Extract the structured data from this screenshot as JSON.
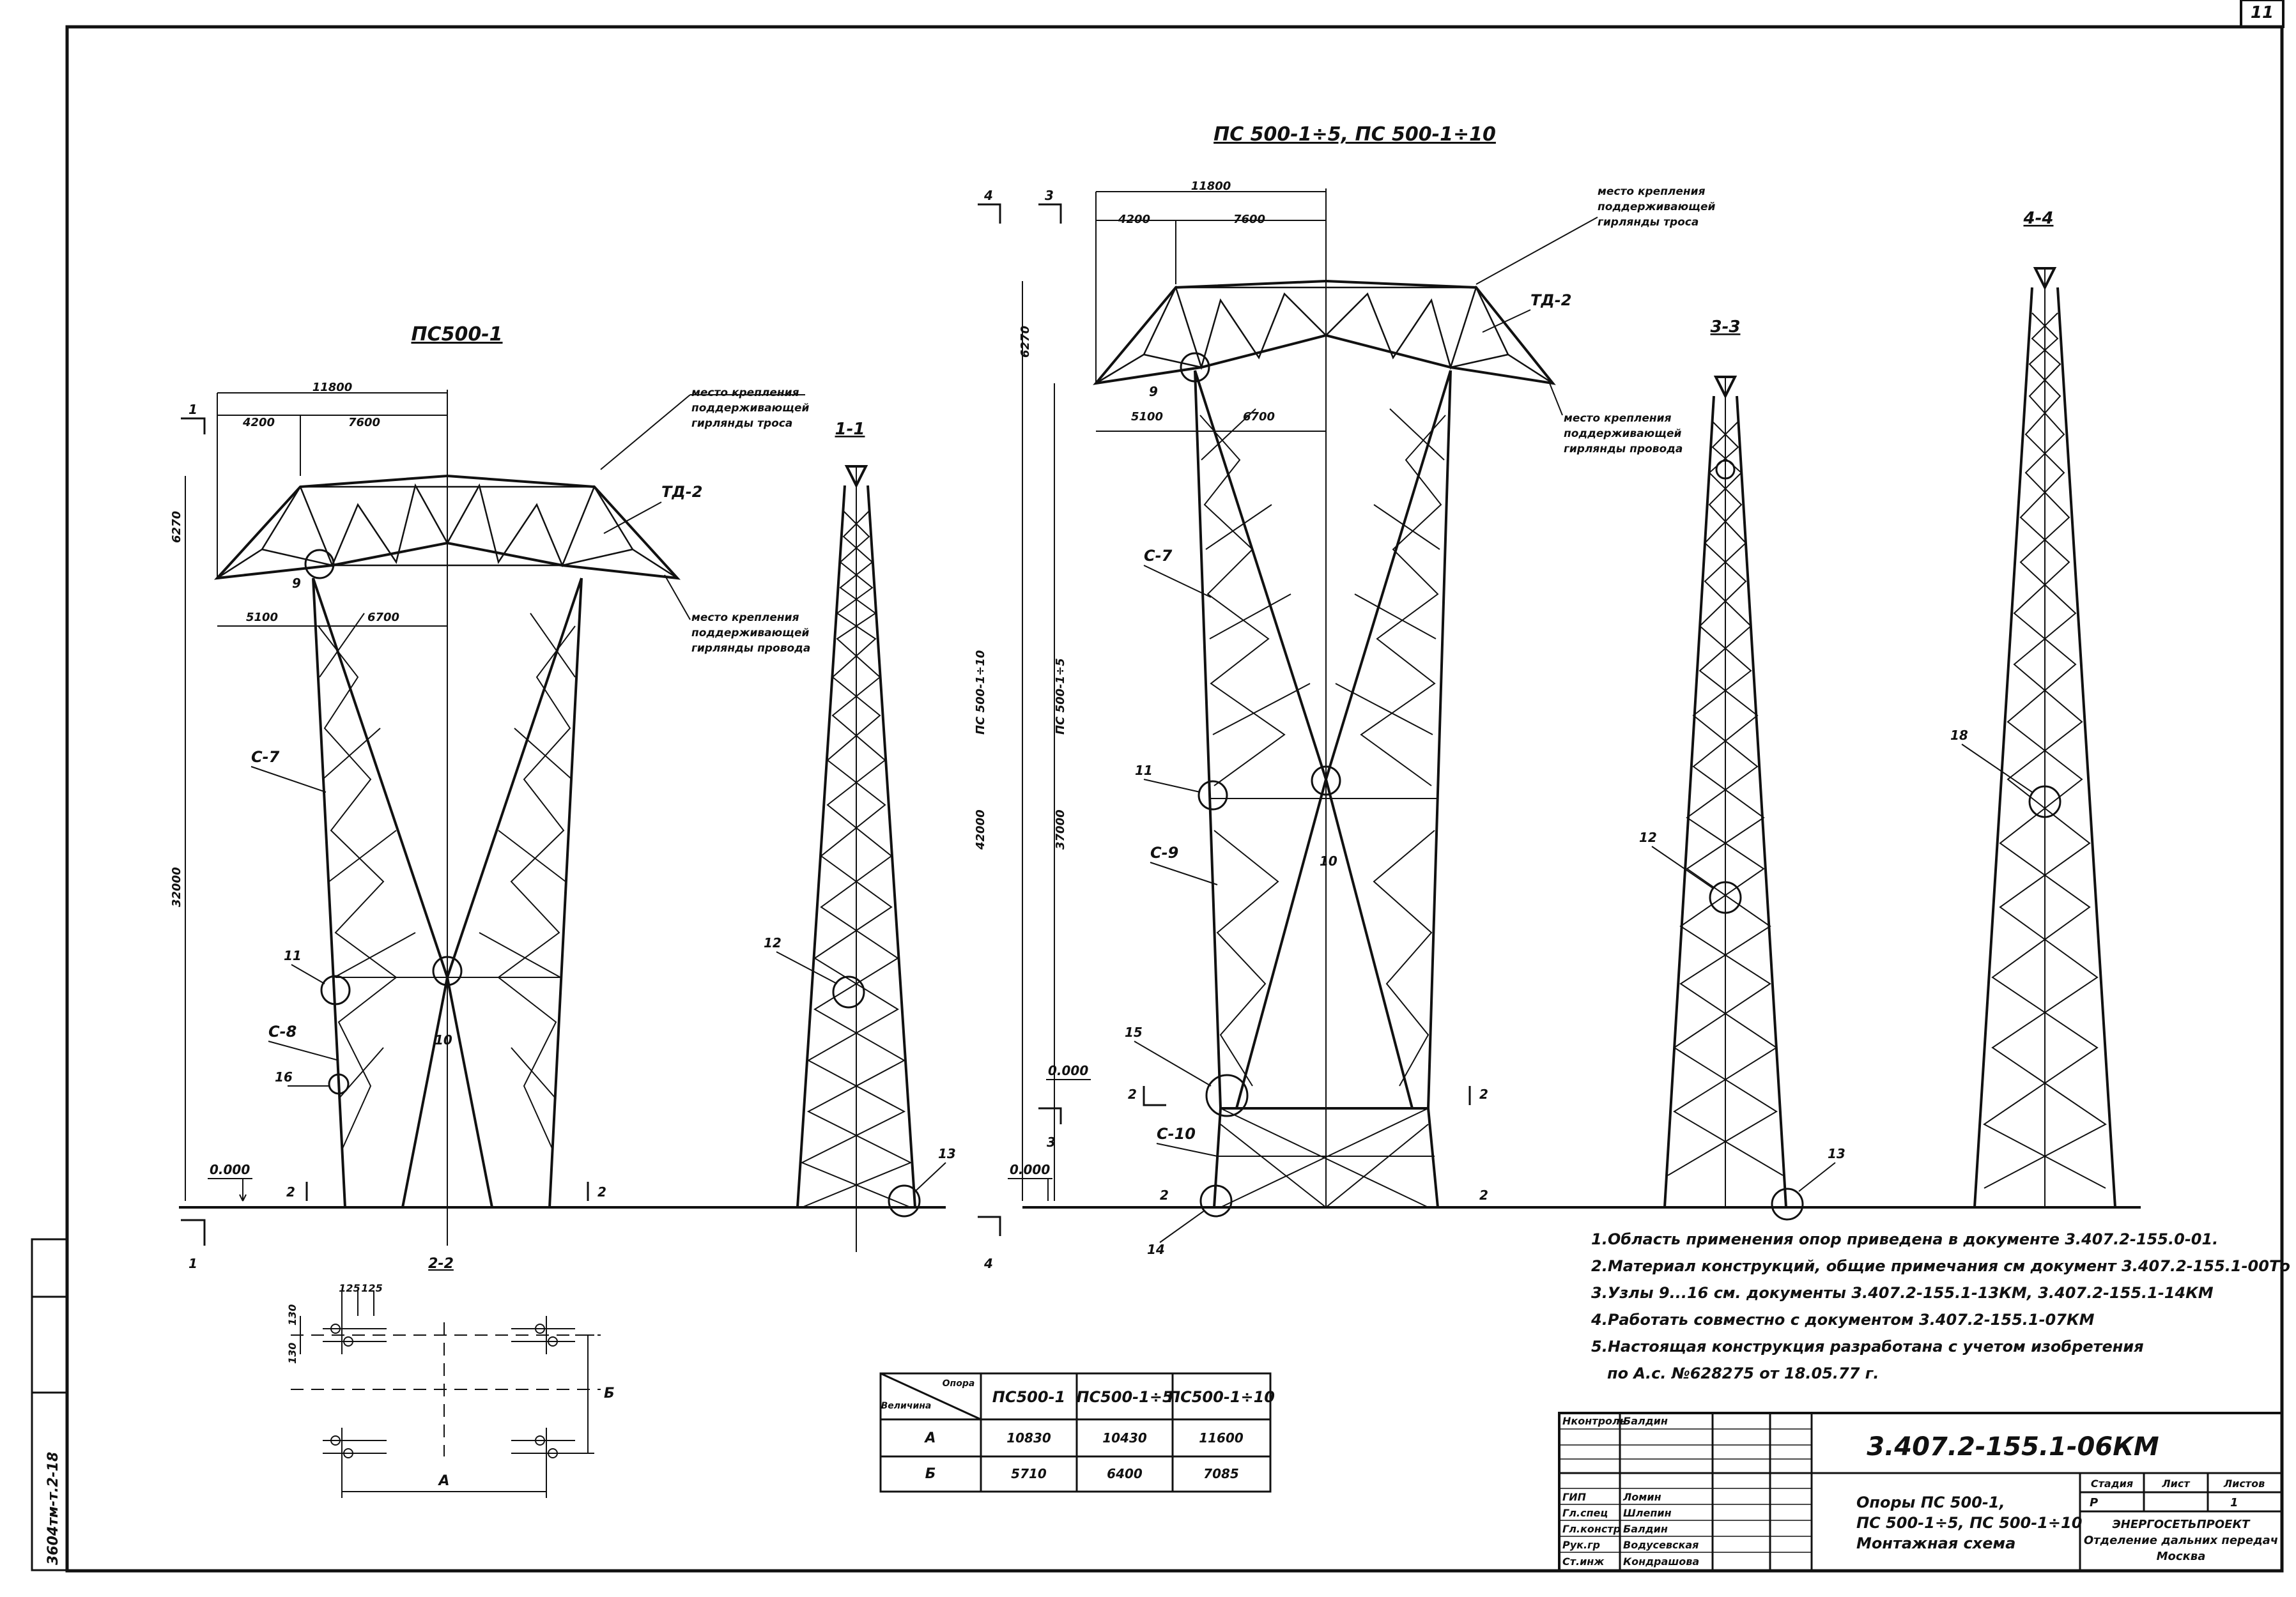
{
  "sheet": {
    "page_number": "11",
    "main_title": "ПС 500-1÷5,  ПС 500-1÷10",
    "left_title": "ПС500-1",
    "code": "3.407.2-155.1-06КМ",
    "left_margin_code": "3604тм-т.2-18"
  },
  "sections": [
    "1-1",
    "3-3",
    "4-4",
    "2-2"
  ],
  "section_marks": [
    "1",
    "2",
    "3",
    "4"
  ],
  "dimensions": {
    "top_span": "11800",
    "left_part": "4200",
    "right_part": "7600",
    "bottom_left": "5100",
    "bottom_right": "6700",
    "crossarm_height": "6270",
    "mast_height_1": "32000",
    "mast_height_5": "37000",
    "mast_height_10": "42000",
    "label_5": "ПС 500-1÷5",
    "label_10": "ПС 500-1÷10",
    "detail_a": "125",
    "detail_b": "125",
    "detail_c": "130",
    "detail_d": "130",
    "detail_e": "Б",
    "detail_f": "А"
  },
  "levels": {
    "zero": "0.000"
  },
  "members": {
    "td2": "ТД-2",
    "c7": "С-7",
    "c8": "С-8",
    "c9": "С-9",
    "c10": "С-10"
  },
  "nodes": {
    "n9": "9",
    "n10": "10",
    "n11": "11",
    "n12": "12",
    "n13": "13",
    "n14": "14",
    "n15": "15",
    "n16": "16",
    "n18": "18"
  },
  "callouts": {
    "guy_top": [
      "место крепления",
      "поддерживающей",
      "гирлянды троса"
    ],
    "guy_wire": [
      "место крепления",
      "поддерживающей",
      "гирлянды провода"
    ]
  },
  "notes": [
    "1.Область применения опор приведена в документе 3.407.2-155.0-01.",
    "2.Материал конструкций, общие примечания см документ 3.407.2-155.1-00То",
    "3.Узлы 9...16 см. документы 3.407.2-155.1-13КМ, 3.407.2-155.1-14КМ",
    "4.Работать совместно с документом 3.407.2-155.1-07КМ",
    "5.Настоящая конструкция разработана с учетом изобретения",
    "по А.с. №628275 от 18.05.77 г."
  ],
  "table": {
    "corner_top": "Опора",
    "corner_bottom": "Величина",
    "columns": [
      "ПС500-1",
      "ПС500-1÷5",
      "ПС500-1÷10"
    ],
    "rows": [
      {
        "label": "А",
        "values": [
          "10830",
          "10430",
          "11600"
        ]
      },
      {
        "label": "Б",
        "values": [
          "5710",
          "6400",
          "7085"
        ]
      }
    ]
  },
  "title_block": {
    "staff": [
      {
        "role": "Нконтроль",
        "name": "Балдин"
      },
      {
        "role": "",
        "name": ""
      },
      {
        "role": "ГИП",
        "name": "Ломин"
      },
      {
        "role": "Гл.спец",
        "name": "Шлепин"
      },
      {
        "role": "Гл.констр",
        "name": "Балдин"
      },
      {
        "role": "Рук.гр",
        "name": "Водусевская"
      },
      {
        "role": "Ст.инж",
        "name": "Кондрашова"
      }
    ],
    "description": [
      "Опоры ПС 500-1,",
      "ПС 500-1÷5, ПС 500-1÷10",
      "Монтажная схема"
    ],
    "stage_header": "Стадия",
    "sheet_header": "Лист",
    "sheets_header": "Листов",
    "stage": "Р",
    "sheet": "",
    "sheets": "1",
    "org": [
      "ЭНЕРГОСЕТЬПРОЕКТ",
      "Отделение дальних передач",
      "Москва"
    ]
  }
}
